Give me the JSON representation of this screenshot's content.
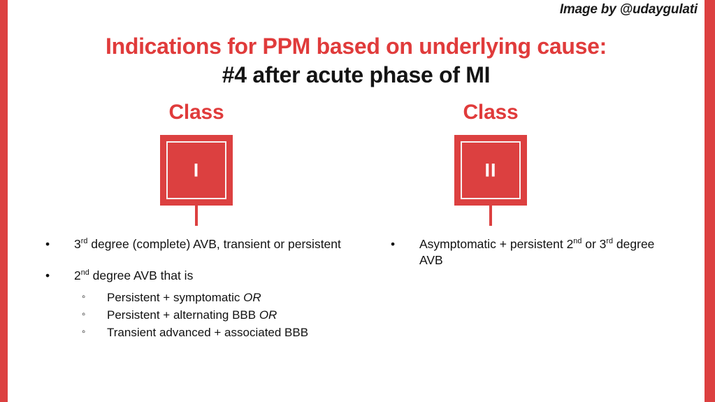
{
  "credit": "Image by @udaygulati",
  "accent_color": "#DC4040",
  "title": {
    "line1": "Indications for PPM based on underlying cause:",
    "line2": "#4 after acute phase of MI"
  },
  "columns": [
    {
      "label": "Class",
      "numeral": "I",
      "bullets": [
        {
          "marker": "•",
          "prefix": "3",
          "sup": "rd",
          "text": " degree (complete) AVB, transient or persistent",
          "sub_items": []
        },
        {
          "marker": "•",
          "prefix": "2",
          "sup": "nd",
          "text": " degree AVB that is",
          "sub_items": [
            {
              "marker": "◦",
              "text": "Persistent + symptomatic ",
              "emphasis": "OR"
            },
            {
              "marker": "◦",
              "text": "Persistent + alternating BBB ",
              "emphasis": "OR"
            },
            {
              "marker": "◦",
              "text": "Transient advanced + associated BBB",
              "emphasis": ""
            }
          ]
        }
      ]
    },
    {
      "label": "Class",
      "numeral": "II",
      "bullets": [
        {
          "marker": "•",
          "prefix": "Asymptomatic + persistent 2",
          "sup": "nd",
          "text": " or",
          "prefix2": "3",
          "sup2": "rd",
          "text2": " degree AVB",
          "sub_items": []
        }
      ]
    }
  ]
}
